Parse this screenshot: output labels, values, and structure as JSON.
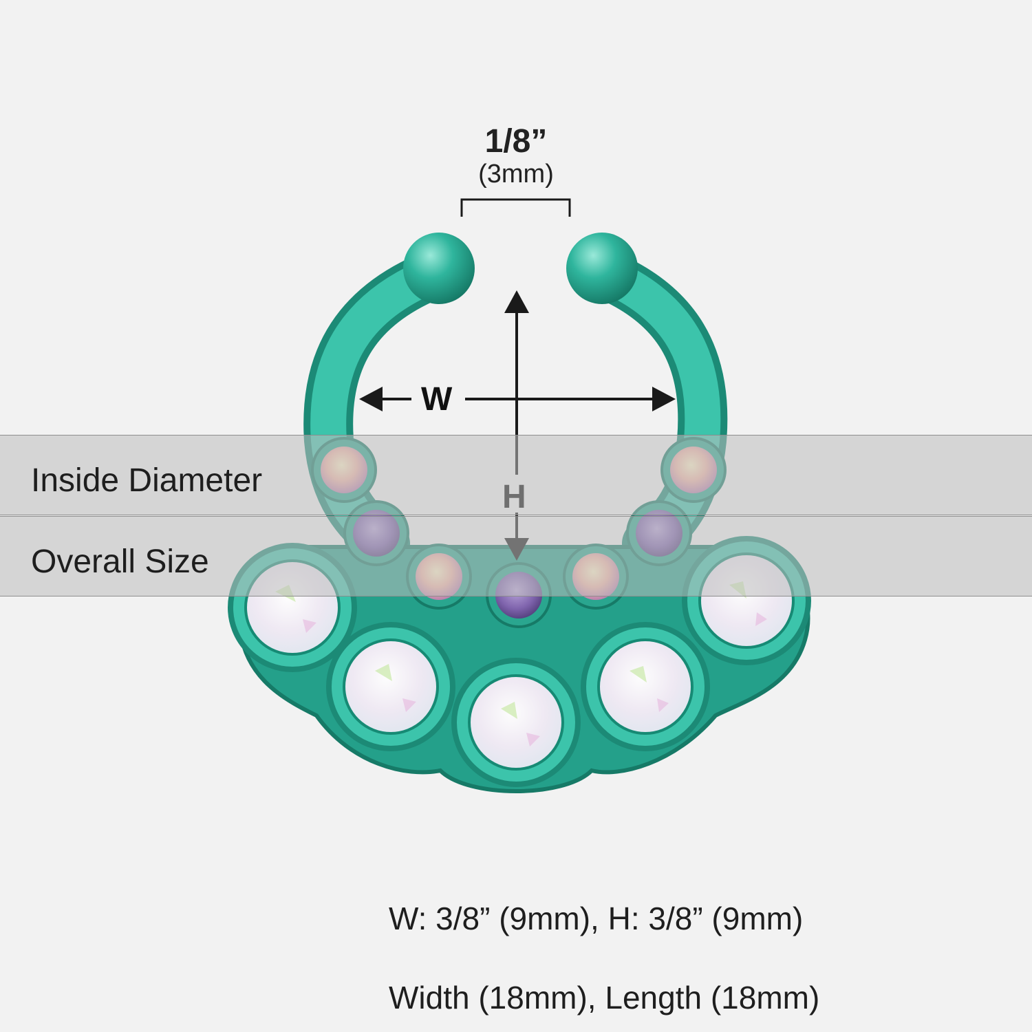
{
  "gap": {
    "value": "1/8”",
    "metric": "(3mm)"
  },
  "axes": {
    "width_letter": "W",
    "height_letter": "H"
  },
  "bands": {
    "inside_diameter": "Inside Diameter",
    "overall_size": "Overall Size"
  },
  "specs": {
    "line1": "W: 3/8” (9mm), H: 3/8” (9mm)",
    "line2": "Width (18mm), Length (18mm)"
  },
  "colors": {
    "background": "#f2f2f2",
    "metal": "#2fb59d",
    "metal_dark": "#1c8a76",
    "opal": "#eef0f4",
    "gem_aurora": "#f0c6c0",
    "gem_violet": "#7f64ad",
    "annotation": "#1a1a1a"
  },
  "icons": {
    "jewelry": "septum-clicker-icon",
    "arrows": "dimension-arrow-icon"
  }
}
